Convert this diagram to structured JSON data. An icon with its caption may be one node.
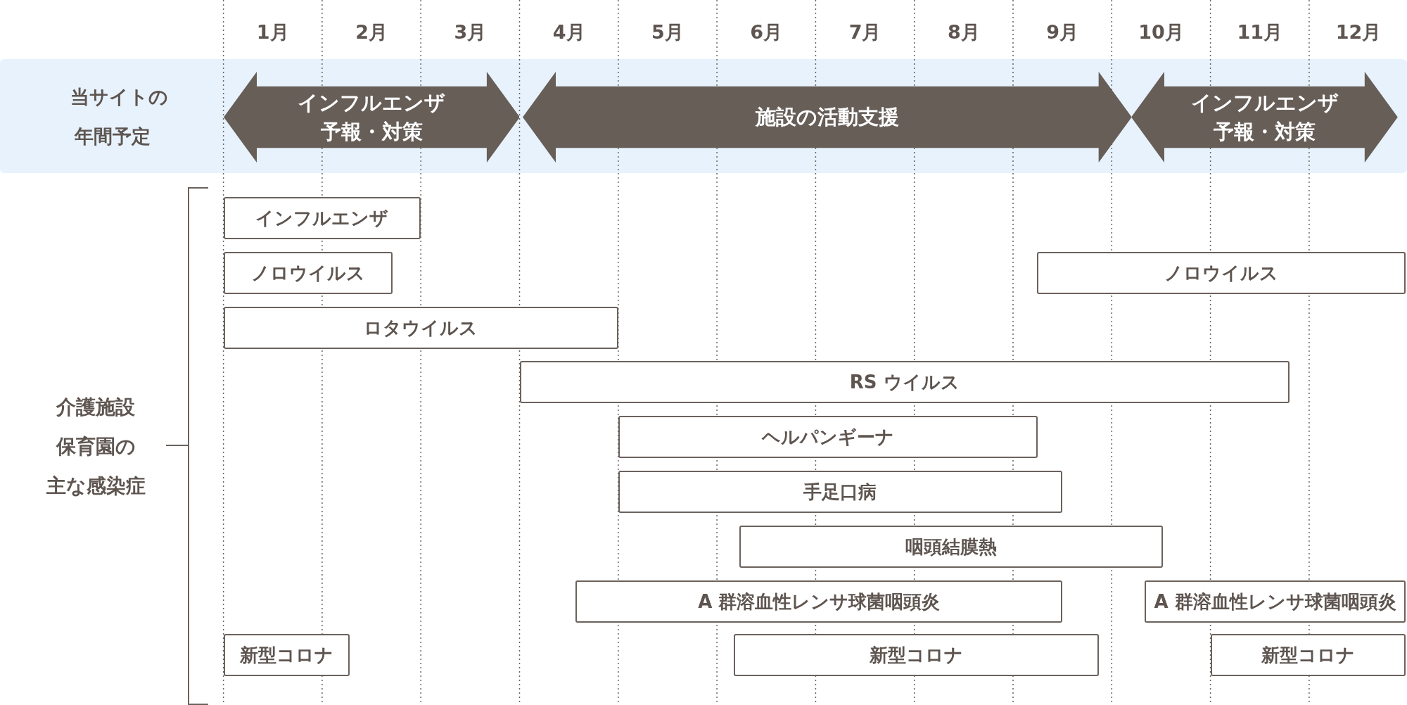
{
  "diagram": {
    "nodes": [
      {
        "text": [
          "当サイトの",
          "年間予定"
        ]
      },
      {
        "text": [
          "インフルエンザ",
          "予報・対策"
        ],
        "in": 0
      },
      {
        "text": [
          "施設の活動支援"
        ],
        "in": 0
      },
      {
        "text": [
          "インフルエンザ",
          "予報・対策"
        ],
        "in": 0
      },
      {
        "text": [
          "インフルエンザ"
        ]
      },
      {
        "text": [
          "ノロウイルス"
        ]
      },
      {
        "text": [
          "ノロウイルス"
        ]
      },
      {
        "text": [
          "ロタウイルス"
        ]
      },
      {
        "text": [
          "RS ウイルス"
        ]
      },
      {
        "text": [
          "ヘルパンギーナ"
        ]
      },
      {
        "text": [
          "手足口病"
        ]
      },
      {
        "text": [
          "咽頭結膜熱"
        ]
      },
      {
        "text": [
          "A 群溶血性レンサ球菌咽頭炎"
        ]
      },
      {
        "text": [
          "A 群溶血性レンサ球菌咽頭炎"
        ]
      },
      {
        "text": [
          "新型コロナ"
        ]
      },
      {
        "text": [
          "新型コロナ"
        ]
      },
      {
        "text": [
          "新型コロナ"
        ]
      }
    ],
    "labels": [
      "1月",
      "2月",
      "3月",
      "4月",
      "5月",
      "6月",
      "7月",
      "8月",
      "9月",
      "10月",
      "11月",
      "12月",
      "介護施設",
      "保育園の",
      "主な感染症"
    ]
  }
}
